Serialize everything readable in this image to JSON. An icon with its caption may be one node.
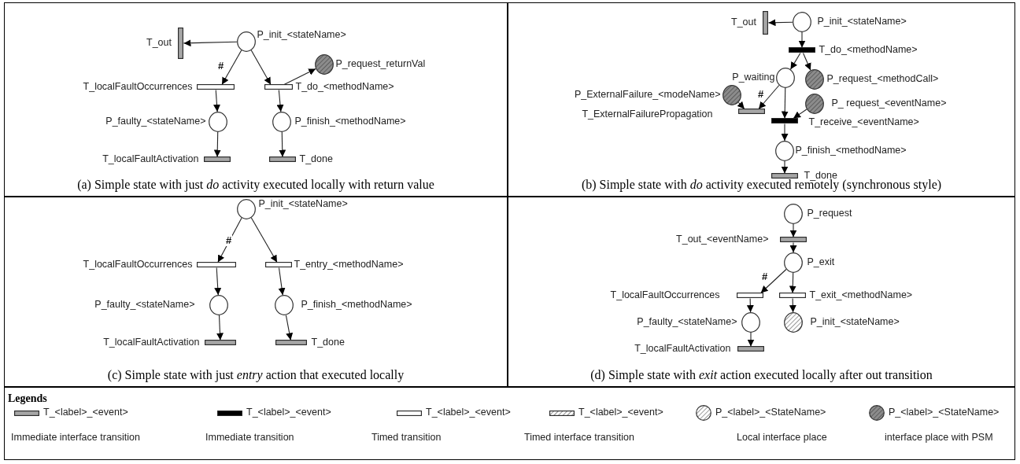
{
  "diagram": {
    "nodes": [
      {
        "text": [
          "(a) Simple state with just *do* activity executed locally with return value"
        ]
      },
      {
        "text": [
          "T_out"
        ],
        "in": 0
      },
      {
        "text": [
          "P_init_<stateName>"
        ],
        "in": 0
      },
      {
        "text": [
          "P_request_returnVal"
        ],
        "in": 0
      },
      {
        "text": [
          "T_localFaultOccurrences"
        ],
        "in": 0
      },
      {
        "text": [
          "T_do_<methodName>"
        ],
        "in": 0
      },
      {
        "text": [
          "P_faulty_<stateName>"
        ],
        "in": 0
      },
      {
        "text": [
          "P_finish_<methodName>"
        ],
        "in": 0
      },
      {
        "text": [
          "T_localFaultActivation"
        ],
        "in": 0
      },
      {
        "text": [
          "T_done"
        ],
        "in": 0
      },
      {
        "text": [
          "(b) Simple state with *do* activity executed remotely (synchronous style)"
        ]
      },
      {
        "text": [
          "T_out"
        ],
        "in": 10
      },
      {
        "text": [
          "P_init_<stateName>"
        ],
        "in": 10
      },
      {
        "text": [
          "T_do_<methodName>"
        ],
        "in": 10
      },
      {
        "text": [
          "P_waiting"
        ],
        "in": 10
      },
      {
        "text": [
          "P_request_<methodCall>"
        ],
        "in": 10
      },
      {
        "text": [
          "P_ExternalFailure_<modeName>"
        ],
        "in": 10
      },
      {
        "text": [
          "P_ request_<eventName>"
        ],
        "in": 10
      },
      {
        "text": [
          "T_ExternalFailurePropagation"
        ],
        "in": 10
      },
      {
        "text": [
          "T_receive_<eventName>"
        ],
        "in": 10
      },
      {
        "text": [
          "P_finish_<methodName>"
        ],
        "in": 10
      },
      {
        "text": [
          "T_done"
        ],
        "in": 10
      },
      {
        "text": [
          "(c) Simple state with just *entry* action that executed locally"
        ]
      },
      {
        "text": [
          "P_init_<stateName>"
        ],
        "in": 22
      },
      {
        "text": [
          "T_localFaultOccurrences"
        ],
        "in": 22
      },
      {
        "text": [
          "T_entry_<methodName>"
        ],
        "in": 22
      },
      {
        "text": [
          "P_faulty_<stateName>"
        ],
        "in": 22
      },
      {
        "text": [
          "P_finish_<methodName>"
        ],
        "in": 22
      },
      {
        "text": [
          "T_localFaultActivation"
        ],
        "in": 22
      },
      {
        "text": [
          "T_done"
        ],
        "in": 22
      },
      {
        "text": [
          "(d) Simple state with *exit* action executed locally after out transition"
        ]
      },
      {
        "text": [
          "P_request"
        ],
        "in": 30
      },
      {
        "text": [
          "T_out_<eventName>"
        ],
        "in": 30
      },
      {
        "text": [
          "P_exit"
        ],
        "in": 30
      },
      {
        "text": [
          "T_localFaultOccurrences"
        ],
        "in": 30
      },
      {
        "text": [
          "T_exit_<methodName>"
        ],
        "in": 30
      },
      {
        "text": [
          "P_faulty_<stateName>"
        ],
        "in": 30
      },
      {
        "text": [
          "P_init_<stateName>"
        ],
        "in": 30
      },
      {
        "text": [
          "T_localFaultActivation"
        ],
        "in": 30
      }
    ],
    "edges": [
      {
        "from": 2,
        "to": 1,
        "arrow": "to"
      },
      {
        "from": 2,
        "to": 4,
        "arrow": "to",
        "label": "#"
      },
      {
        "from": 2,
        "to": 5,
        "arrow": "to"
      },
      {
        "from": 5,
        "to": 3,
        "arrow": "to"
      },
      {
        "from": 4,
        "to": 6,
        "arrow": "to"
      },
      {
        "from": 5,
        "to": 7,
        "arrow": "to"
      },
      {
        "from": 6,
        "to": 8,
        "arrow": "to"
      },
      {
        "from": 7,
        "to": 9,
        "arrow": "to"
      },
      {
        "from": 12,
        "to": 11,
        "arrow": "to"
      },
      {
        "from": 12,
        "to": 13,
        "arrow": "to"
      },
      {
        "from": 13,
        "to": 14,
        "arrow": "to"
      },
      {
        "from": 13,
        "to": 15,
        "arrow": "to"
      },
      {
        "from": 16,
        "to": 18,
        "arrow": "to"
      },
      {
        "from": 14,
        "to": 18,
        "arrow": "to",
        "label": "#"
      },
      {
        "from": 14,
        "to": 19,
        "arrow": "to"
      },
      {
        "from": 17,
        "to": 19,
        "arrow": "to"
      },
      {
        "from": 19,
        "to": 20,
        "arrow": "to"
      },
      {
        "from": 20,
        "to": 21,
        "arrow": "to"
      },
      {
        "from": 23,
        "to": 24,
        "arrow": "to",
        "label": "#"
      },
      {
        "from": 23,
        "to": 25,
        "arrow": "to"
      },
      {
        "from": 24,
        "to": 26,
        "arrow": "to"
      },
      {
        "from": 25,
        "to": 27,
        "arrow": "to"
      },
      {
        "from": 26,
        "to": 28,
        "arrow": "to"
      },
      {
        "from": 27,
        "to": 29,
        "arrow": "to"
      },
      {
        "from": 31,
        "to": 32,
        "arrow": "to"
      },
      {
        "from": 32,
        "to": 33,
        "arrow": "to"
      },
      {
        "from": 33,
        "to": 34,
        "arrow": "to",
        "label": "#"
      },
      {
        "from": 33,
        "to": 35,
        "arrow": "to"
      },
      {
        "from": 34,
        "to": 36,
        "arrow": "to"
      },
      {
        "from": 35,
        "to": 37,
        "arrow": "to"
      },
      {
        "from": 36,
        "to": 38,
        "arrow": "to"
      }
    ],
    "labels": [
      "Legends",
      "Immediate interface transition",
      "Immediate transition",
      "Timed transition",
      "Timed interface transition",
      "Local interface place",
      "interface place with PSM"
    ],
    "legend": [
      {
        "text": "T_<label>_<event>"
      },
      {
        "text": "T_<label>_<event>"
      },
      {
        "text": "T_<label>_<event>"
      },
      {
        "text": "T_<label>_<event>"
      },
      {
        "text": "P_<label>_<StateName>"
      },
      {
        "text": "P_<label>_<StateName>"
      }
    ]
  }
}
